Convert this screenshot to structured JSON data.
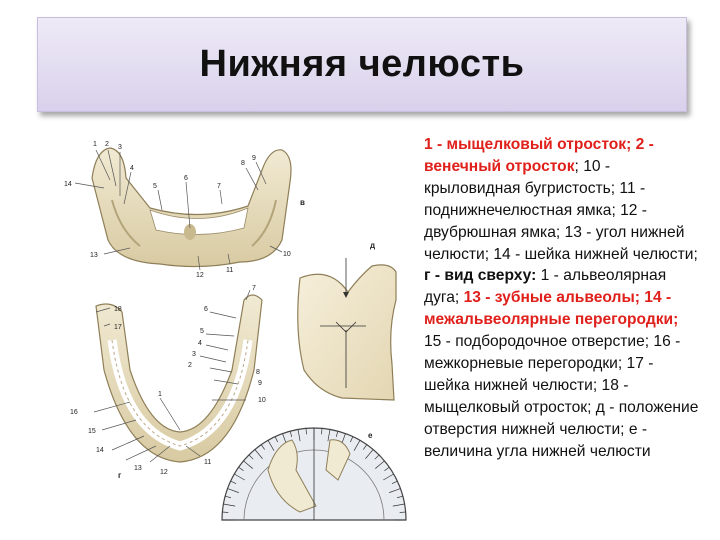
{
  "title": "Нижняя челюсть",
  "figure": {
    "panel_labels": {
      "top": "в",
      "side": "д",
      "bottom": "г",
      "protractor": "е"
    },
    "top_view_numbers": [
      "1",
      "2",
      "3",
      "4",
      "5",
      "6",
      "7",
      "8",
      "9",
      "10",
      "11",
      "12",
      "13",
      "14"
    ],
    "bottom_view_numbers": [
      "18",
      "17",
      "7",
      "6",
      "5",
      "4",
      "3",
      "2",
      "8",
      "9",
      "10",
      "1",
      "16",
      "15",
      "14",
      "13",
      "12",
      "11"
    ]
  },
  "legend": {
    "segments": [
      {
        "text": "1 - мыщелковый отросток; 2 - венечный отросток",
        "style": "red"
      },
      {
        "text": "; 10 - крыловидная бугристость; 11 - поднижнечелюстная ямка; 12 - двубрюшная ямка; 13 - угол нижней челюсти; 14 - шейка нижней челюсти; ",
        "style": "normal"
      },
      {
        "text": "г - вид сверху:",
        "style": "bold"
      },
      {
        "text": " 1 - альвеолярная дуга; ",
        "style": "normal"
      },
      {
        "text": "13 - зубные альвеолы; 14 - межальвеолярные перегородки;",
        "style": "red"
      },
      {
        "text": " 15 - подбородочное отверстие; 16 - межкорневые перегородки; 17 - шейка нижней челюсти; 18 - мыщелковый отросток; д - положение отверстия нижней челюсти; е - величина угла нижней челюсти",
        "style": "normal"
      }
    ]
  },
  "colors": {
    "bone": "#e9e0c4",
    "bone_shade": "#c9b98f",
    "teeth": "#ffffff",
    "legend_red": "#e0201b",
    "title_bg": "#ddd5ee"
  }
}
